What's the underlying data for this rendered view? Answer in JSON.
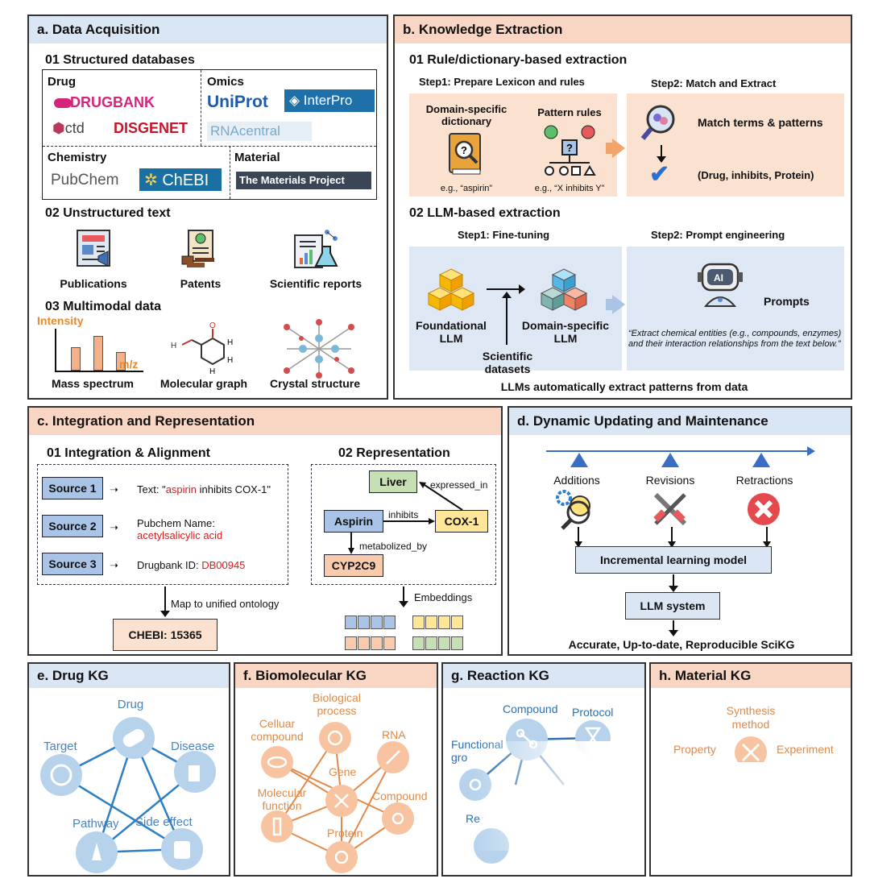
{
  "panel_a": {
    "title": "a. Data Acquisition",
    "s1": "01 Structured databases",
    "drug": "Drug",
    "omics": "Omics",
    "chemistry": "Chemistry",
    "material": "Material",
    "drugbank": "DRUGBANK",
    "ctd": "ctd",
    "disgenet": "DISGENET",
    "uniprot": "UniProt",
    "interpro": "InterPro",
    "rnacentral": "RNAcentral",
    "pubchem": "PubChem",
    "chebi": "ChEBI",
    "materials_project": "The Materials Project",
    "s2": "02 Unstructured text",
    "publications": "Publications",
    "patents": "Patents",
    "reports": "Scientific reports",
    "s3": "03 Multimodal data",
    "intensity": "Intensity",
    "mz": "m/z",
    "mass": "Mass spectrum",
    "molgraph": "Molecular graph",
    "crystal": "Crystal structure",
    "bars": [
      0.55,
      0.82,
      0.45
    ]
  },
  "panel_b": {
    "title": "b. Knowledge Extraction",
    "s1": "01 Rule/dictionary-based extraction",
    "step1a": "Step1:  Prepare Lexicon and rules",
    "step2a": "Step2:  Match and Extract",
    "dict": "Domain-specific dictionary",
    "pattern": "Pattern rules",
    "eg1": "e.g., “aspirin”",
    "eg2": "e.g., “X inhibits Y”",
    "match": "Match terms & patterns",
    "triple": "(Drug, inhibits, Protein)",
    "s2": "02 LLM-based extraction",
    "step1b": "Step1:  Fine-tuning",
    "step2b": "Step2:  Prompt engineering",
    "foundational": "Foundational LLM",
    "domain": "Domain-specific LLM",
    "datasets": "Scientific datasets",
    "prompts": "Prompts",
    "ai": "AI",
    "quote": "“Extract chemical entities (e.g., compounds, enzymes) and their interaction relationships from the text below.”",
    "footer": "LLMs automatically extract patterns from data"
  },
  "panel_c": {
    "title": "c. Integration and Representation",
    "s1": "01 Integration & Alignment",
    "s2": "02 Representation",
    "source1": "Source 1",
    "source2": "Source 2",
    "source3": "Source 3",
    "text1_pre": "Text: \"",
    "text1_red": "aspirin",
    "text1_post": " inhibits COX-1\"",
    "text2_pre": "Pubchem Name:",
    "text2_red": "acetylsalicylic acid",
    "text3_pre": "Drugbank ID: ",
    "text3_red": "DB00945",
    "map": "Map to unified ontology",
    "chebi_id": "CHEBI: 15365",
    "liver": "Liver",
    "aspirin": "Aspirin",
    "cox1": "COX-1",
    "cyp": "CYP2C9",
    "expressed": "expressed_in",
    "inhibits": "inhibits",
    "metabolized": "metabolized_by",
    "embeddings": "Embeddings"
  },
  "panel_d": {
    "title": "d. Dynamic Updating and Maintenance",
    "additions": "Additions",
    "revisions": "Revisions",
    "retractions": "Retractions",
    "incremental": "Incremental learning model",
    "llm": "LLM system",
    "footer": "Accurate, Up-to-date, Reproducible SciKG"
  },
  "panel_e": {
    "title": "e. Drug KG",
    "drug": "Drug",
    "target": "Target",
    "disease": "Disease",
    "pathway": "Pathway",
    "side": "Side effect"
  },
  "panel_f": {
    "title": "f. Biomolecular KG",
    "bio": "Biological process",
    "cellular": "Celluar compound",
    "rna": "RNA",
    "gene": "Gene",
    "molecular": "Molecular function",
    "compound": "Compound",
    "protein": "Protein"
  },
  "panel_g": {
    "title": "g. Reaction KG",
    "compound": "Compound",
    "protocol": "Protocol",
    "functional": "Functional gro",
    "re": "Re"
  },
  "panel_h": {
    "title": "h. Material KG",
    "synthesis": "Synthesis method",
    "property": "Property",
    "experiment": "Experiment"
  }
}
